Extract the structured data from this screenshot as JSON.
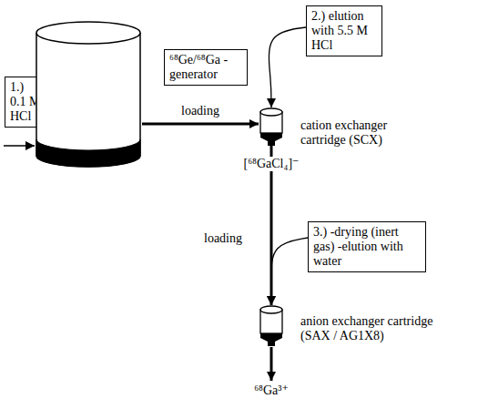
{
  "diagram": {
    "nodes": [
      {
        "text": [
          "1.) 0.1 M HCl"
        ]
      },
      {
        "text": [
          "⁶⁸Ge/⁶⁸Ga - generator"
        ]
      },
      {
        "text": [
          "2.) elution with 5.5 M HCl"
        ]
      },
      {
        "text": [
          "cation exchanger cartridge (SCX)"
        ]
      },
      {
        "text": [
          "3.) -drying (inert gas) -elution with water"
        ]
      },
      {
        "text": [
          "anion exchanger cartridge (SAX / AG1X8)"
        ]
      }
    ],
    "edges": [
      {
        "from": 1,
        "to": 3,
        "arrow": "to",
        "label": "loading"
      },
      {
        "from": 2,
        "to": 3,
        "arrow": "to"
      },
      {
        "from": 3,
        "to": 5,
        "arrow": "to",
        "label": "loading"
      },
      {
        "from": 4,
        "to": 5,
        "arrow": "to"
      }
    ],
    "labels": [
      "[⁶⁸GaCl₄]⁻",
      "⁶⁸Ga³⁺"
    ]
  }
}
